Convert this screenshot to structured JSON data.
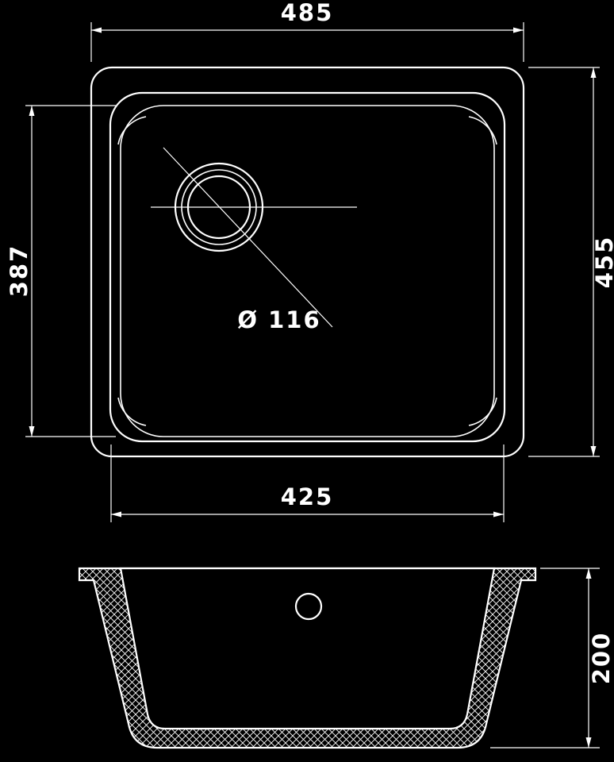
{
  "drawing": {
    "colors": {
      "background": "#000000",
      "lines": "#ffffff"
    },
    "top_view": {
      "dim_overall_width": "485",
      "dim_overall_depth": "455",
      "dim_bowl_depth": "387",
      "dim_bowl_width": "425",
      "drain_diameter_label": "Ø 116"
    },
    "section_view": {
      "dim_height": "200"
    }
  }
}
